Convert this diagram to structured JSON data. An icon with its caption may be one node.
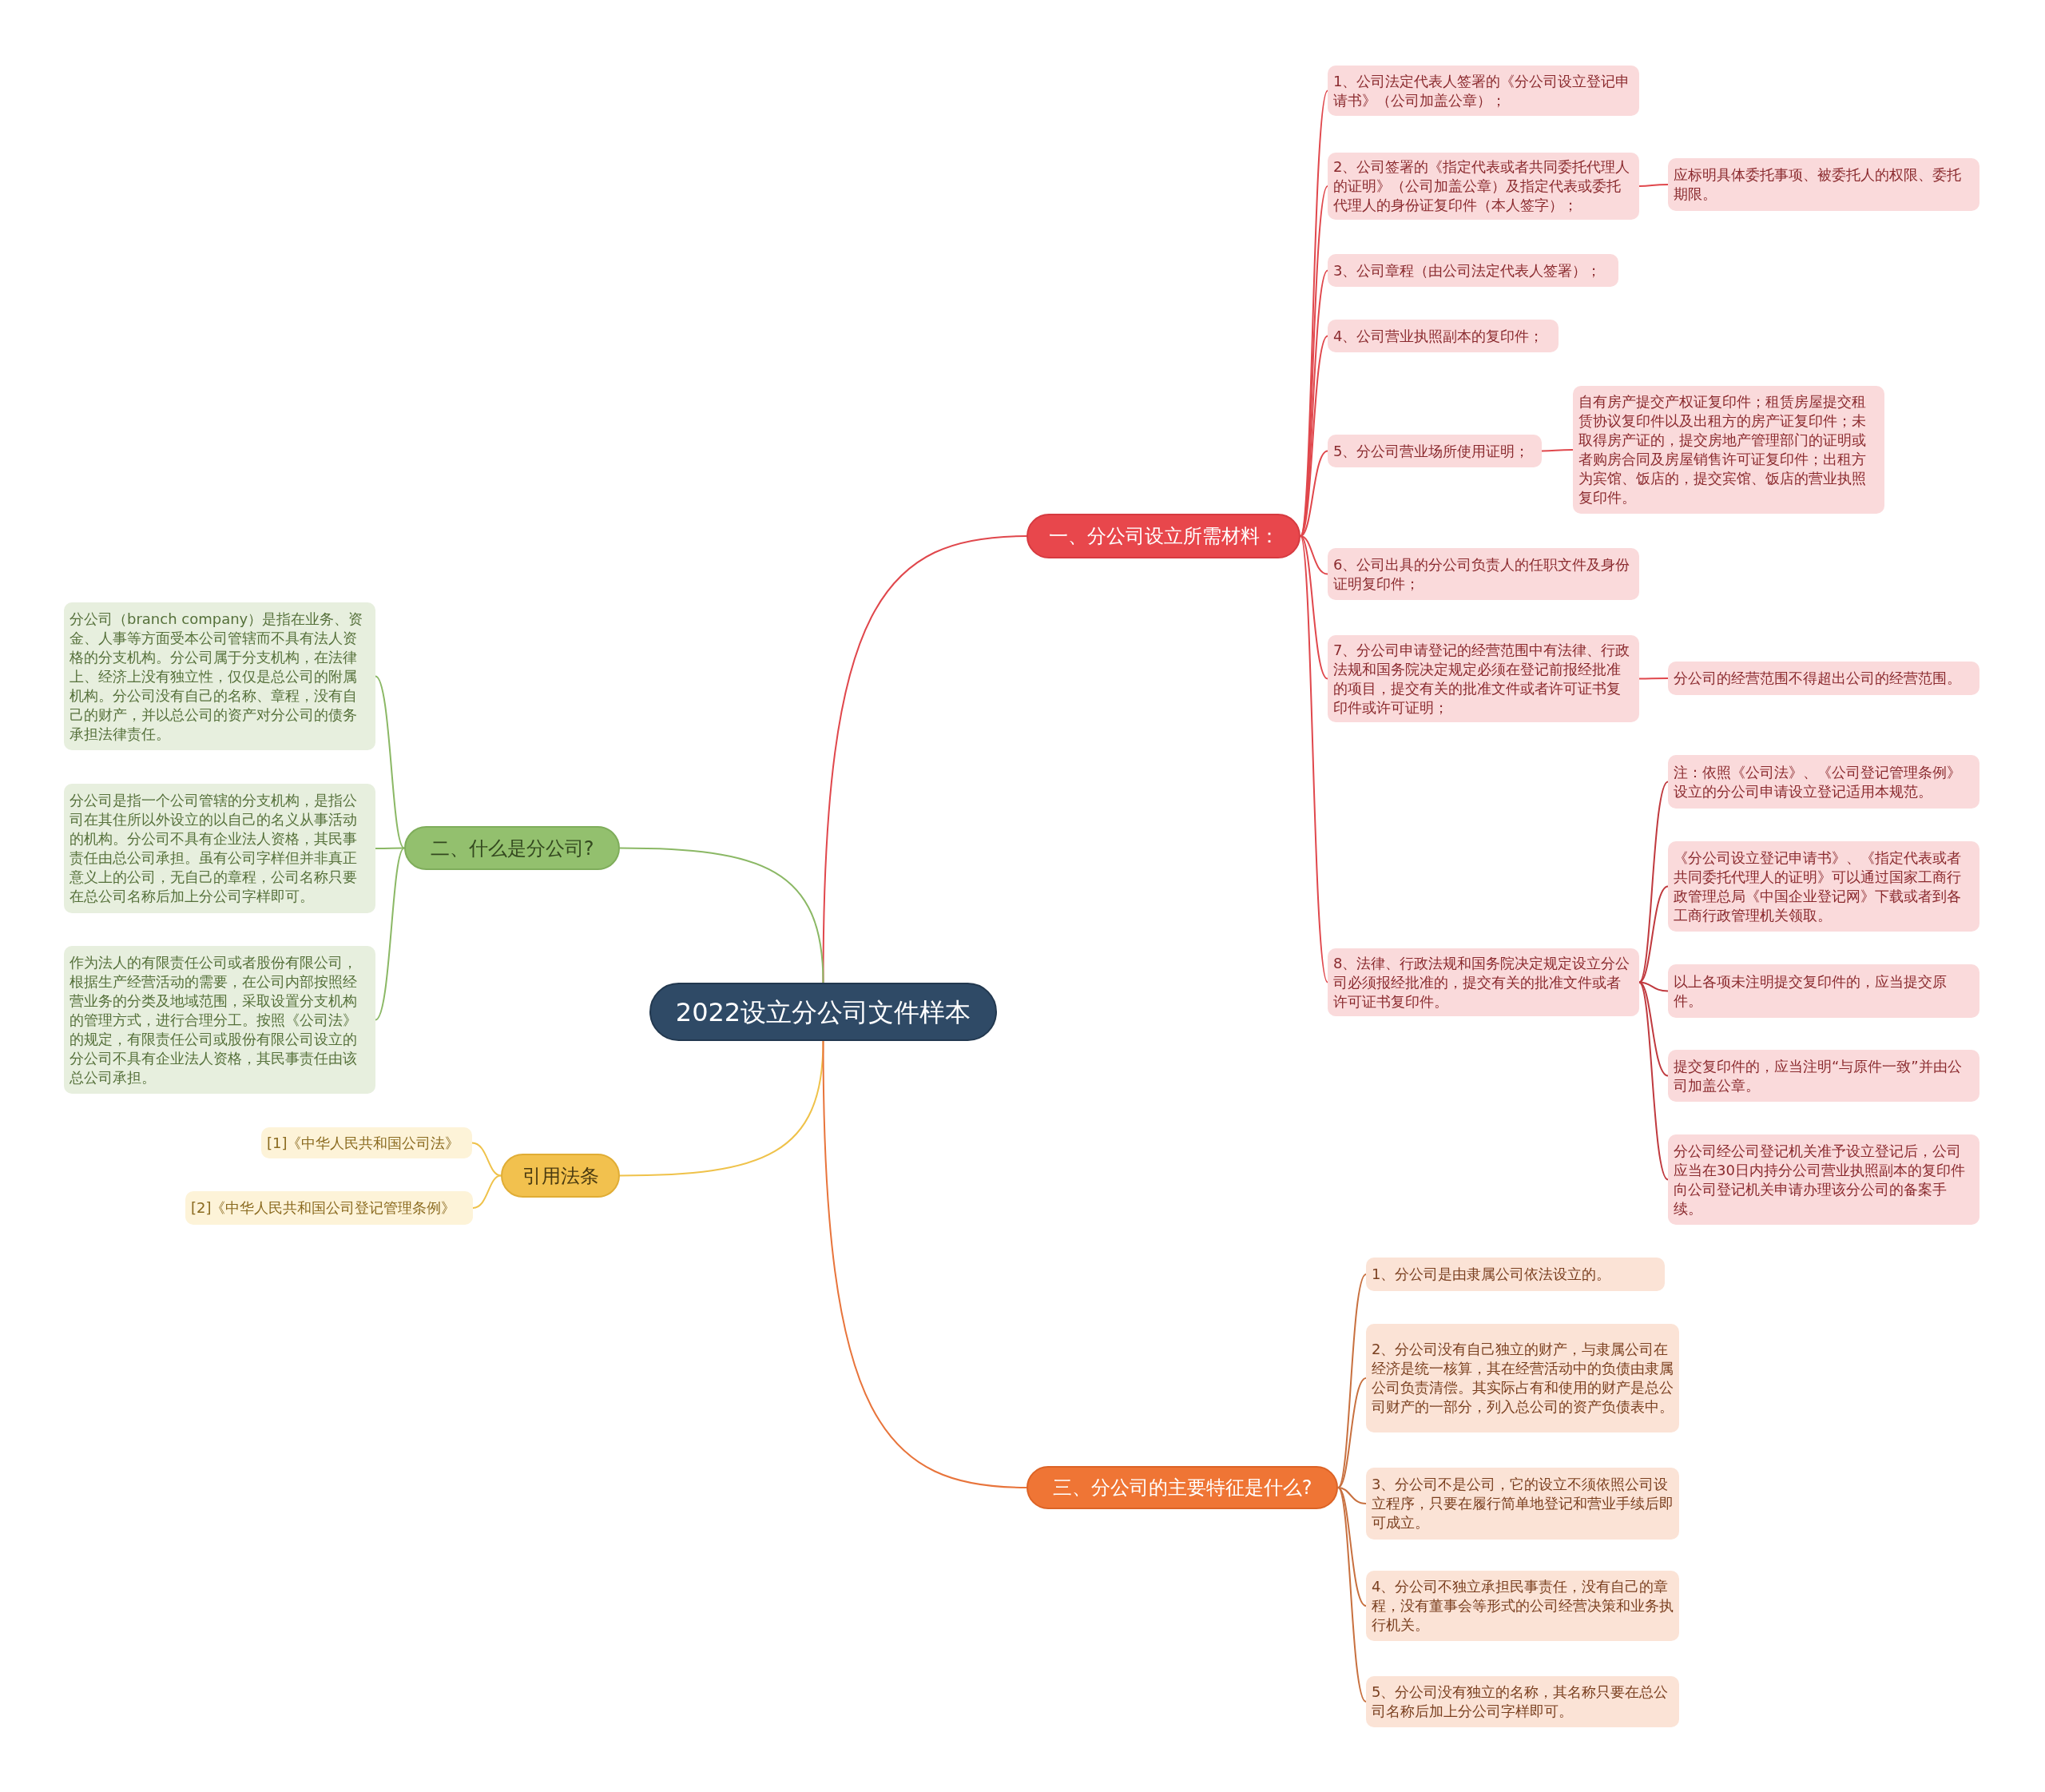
{
  "diagram": {
    "nodes": [
      {
        "text": [
          "2022设立分公司文件样本"
        ]
      },
      {
        "text": [
          "一、分公司设立所需材料："
        ]
      },
      {
        "text": [
          "1、公司法定代表人签署的《分公司设立登记申请书》（公司加盖公章）；"
        ]
      },
      {
        "text": [
          "2、公司签署的《指定代表或者共同委托代理人的证明》（公司加盖公章）及指定代表或委托代理人的身份证复印件（本人签字）；"
        ]
      },
      {
        "text": [
          "应标明具体委托事项、被委托人的权限、委托期限。"
        ]
      },
      {
        "text": [
          "3、公司章程（由公司法定代表人签署）；"
        ]
      },
      {
        "text": [
          "4、公司营业执照副本的复印件；"
        ]
      },
      {
        "text": [
          "5、分公司营业场所使用证明；"
        ]
      },
      {
        "text": [
          "自有房产提交产权证复印件；租赁房屋提交租赁协议复印件以及出租方的房产证复印件；未取得房产证的，提交房地产管理部门的证明或者购房合同及房屋销售许可证复印件；出租方为宾馆、饭店的，提交宾馆、饭店的营业执照复印件。"
        ]
      },
      {
        "text": [
          "6、公司出具的分公司负责人的任职文件及身份证明复印件；"
        ]
      },
      {
        "text": [
          "7、分公司申请登记的经营范围中有法律、行政法规和国务院决定规定必须在登记前报经批准的项目，提交有关的批准文件或者许可证书复印件或许可证明；"
        ]
      },
      {
        "text": [
          "分公司的经营范围不得超出公司的经营范围。"
        ]
      },
      {
        "text": [
          "8、法律、行政法规和国务院决定规定设立分公司必须报经批准的，提交有关的批准文件或者许可证书复印件。"
        ]
      },
      {
        "text": [
          "注：依照《公司法》、《公司登记管理条例》设立的分公司申请设立登记适用本规范。"
        ]
      },
      {
        "text": [
          "《分公司设立登记申请书》、《指定代表或者共同委托代理人的证明》可以通过国家工商行政管理总局《中国企业登记网》下载或者到各工商行政管理机关领取。"
        ]
      },
      {
        "text": [
          "以上各项未注明提交复印件的，应当提交原件。"
        ]
      },
      {
        "text": [
          "提交复印件的，应当注明“与原件一致”并由公司加盖公章。"
        ]
      },
      {
        "text": [
          "分公司经公司登记机关准予设立登记后，公司应当在30日内持分公司营业执照副本的复印件向公司登记机关申请办理该分公司的备案手续。"
        ]
      },
      {
        "text": [
          "二、什么是分公司?"
        ]
      },
      {
        "text": [
          "分公司（branch company）是指在业务、资金、人事等方面受本公司管辖而不具有法人资格的分支机构。分公司属于分支机构，在法律上、经济上没有独立性，仅仅是总公司的附属机构。分公司没有自己的名称、章程，没有自己的财产，并以总公司的资产对分公司的债务承担法律责任。"
        ]
      },
      {
        "text": [
          "分公司是指一个公司管辖的分支机构，是指公司在其住所以外设立的以自己的名义从事活动的机构。分公司不具有企业法人资格，其民事责任由总公司承担。虽有公司字样但并非真正意义上的公司，无自己的章程，公司名称只要在总公司名称后加上分公司字样即可。"
        ]
      },
      {
        "text": [
          "作为法人的有限责任公司或者股份有限公司，根据生产经营活动的需要，在公司内部按照经营业务的分类及地域范围，采取设置分支机构的管理方式，进行合理分工。按照《公司法》的规定，有限责任公司或股份有限公司设立的分公司不具有企业法人资格，其民事责任由该总公司承担。"
        ]
      },
      {
        "text": [
          "引用法条"
        ]
      },
      {
        "text": [
          "[1]《中华人民共和国公司法》"
        ]
      },
      {
        "text": [
          "[2]《中华人民共和国公司登记管理条例》"
        ]
      },
      {
        "text": [
          "三、分公司的主要特征是什么?"
        ]
      },
      {
        "text": [
          "1、分公司是由隶属公司依法设立的。"
        ]
      },
      {
        "text": [
          "2、分公司没有自己独立的财产，与隶属公司在经济是统一核算，其在经营活动中的负债由隶属公司负责清偿。其实际占有和使用的财产是总公司财产的一部分，列入总公司的资产负债表中。"
        ]
      },
      {
        "text": [
          "3、分公司不是公司，它的设立不须依照公司设立程序，只要在履行简单地登记和营业手续后即可成立。"
        ]
      },
      {
        "text": [
          "4、分公司不独立承担民事责任，没有自己的章程，没有董事会等形式的公司经营决策和业务执行机关。"
        ]
      },
      {
        "text": [
          "5、分公司没有独立的名称，其名称只要在总公司名称后加上分公司字样即可。"
        ]
      }
    ],
    "edges": [
      {
        "from": 0,
        "to": 1,
        "arrow": "none",
        "color": "#e0474c"
      },
      {
        "from": 1,
        "to": 2,
        "arrow": "none",
        "color": "#e0474c"
      },
      {
        "from": 1,
        "to": 3,
        "arrow": "none",
        "color": "#e0474c"
      },
      {
        "from": 3,
        "to": 4,
        "arrow": "none",
        "color": "#e0474c"
      },
      {
        "from": 1,
        "to": 5,
        "arrow": "none",
        "color": "#e0474c"
      },
      {
        "from": 1,
        "to": 6,
        "arrow": "none",
        "color": "#e0474c"
      },
      {
        "from": 1,
        "to": 7,
        "arrow": "none",
        "color": "#e0474c"
      },
      {
        "from": 7,
        "to": 8,
        "arrow": "none",
        "color": "#e0474c"
      },
      {
        "from": 1,
        "to": 9,
        "arrow": "none",
        "color": "#e0474c"
      },
      {
        "from": 1,
        "to": 10,
        "arrow": "none",
        "color": "#e0474c"
      },
      {
        "from": 10,
        "to": 11,
        "arrow": "none",
        "color": "#e0474c"
      },
      {
        "from": 1,
        "to": 12,
        "arrow": "none",
        "color": "#e0474c"
      },
      {
        "from": 12,
        "to": 13,
        "arrow": "none",
        "color": "#c0393e"
      },
      {
        "from": 12,
        "to": 14,
        "arrow": "none",
        "color": "#c0393e"
      },
      {
        "from": 12,
        "to": 15,
        "arrow": "none",
        "color": "#c0393e"
      },
      {
        "from": 12,
        "to": 16,
        "arrow": "none",
        "color": "#c0393e"
      },
      {
        "from": 12,
        "to": 17,
        "arrow": "none",
        "color": "#c0393e"
      },
      {
        "from": 0,
        "to": 18,
        "arrow": "none",
        "color": "#8bb865"
      },
      {
        "from": 18,
        "to": 19,
        "arrow": "none",
        "color": "#8bb865"
      },
      {
        "from": 18,
        "to": 20,
        "arrow": "none",
        "color": "#8bb865"
      },
      {
        "from": 18,
        "to": 21,
        "arrow": "none",
        "color": "#8bb865"
      },
      {
        "from": 0,
        "to": 22,
        "arrow": "none",
        "color": "#efc24a"
      },
      {
        "from": 22,
        "to": 23,
        "arrow": "none",
        "color": "#efc24a"
      },
      {
        "from": 22,
        "to": 24,
        "arrow": "none",
        "color": "#efc24a"
      },
      {
        "from": 0,
        "to": 25,
        "arrow": "none",
        "color": "#e8743b"
      },
      {
        "from": 25,
        "to": 26,
        "arrow": "none",
        "color": "#c8703f"
      },
      {
        "from": 25,
        "to": 27,
        "arrow": "none",
        "color": "#c8703f"
      },
      {
        "from": 25,
        "to": 28,
        "arrow": "none",
        "color": "#c8703f"
      },
      {
        "from": 25,
        "to": 29,
        "arrow": "none",
        "color": "#c8703f"
      },
      {
        "from": 25,
        "to": 30,
        "arrow": "none",
        "color": "#c8703f"
      }
    ]
  }
}
